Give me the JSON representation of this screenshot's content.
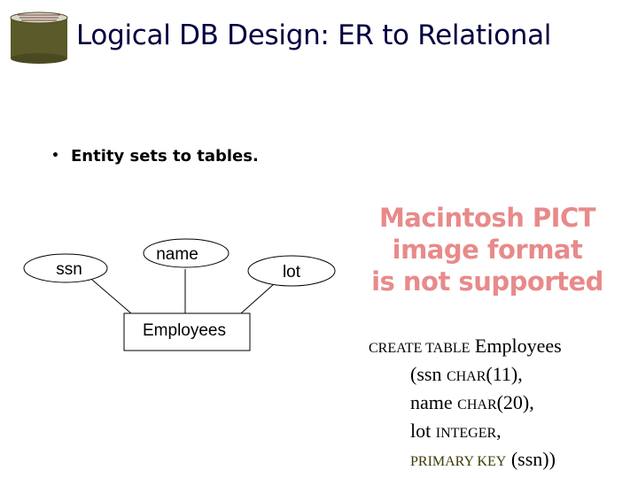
{
  "title": "Logical DB Design: ER to Relational",
  "bullet": "Entity sets to tables.",
  "er": {
    "attributes": [
      "ssn",
      "name",
      "lot"
    ],
    "entity": "Employees"
  },
  "image_placeholder": [
    "Macintosh PICT",
    "image format",
    "is not supported"
  ],
  "sql": {
    "create_kw": "CREATE TABLE",
    "table": "Employees",
    "col1_name": "(ssn",
    "col1_type": "CHAR",
    "col1_size": "(11),",
    "col2_name": "name",
    "col2_type": "CHAR",
    "col2_size": "(20),",
    "col3_name": "lot",
    "col3_type": "INTEGER",
    "col3_end": ",",
    "pk_kw": "PRIMARY KEY",
    "pk_cols": "(ssn))"
  },
  "colors": {
    "title": "#000040",
    "pict_text": "#e88a8a",
    "logo": "#5a5a2a"
  }
}
